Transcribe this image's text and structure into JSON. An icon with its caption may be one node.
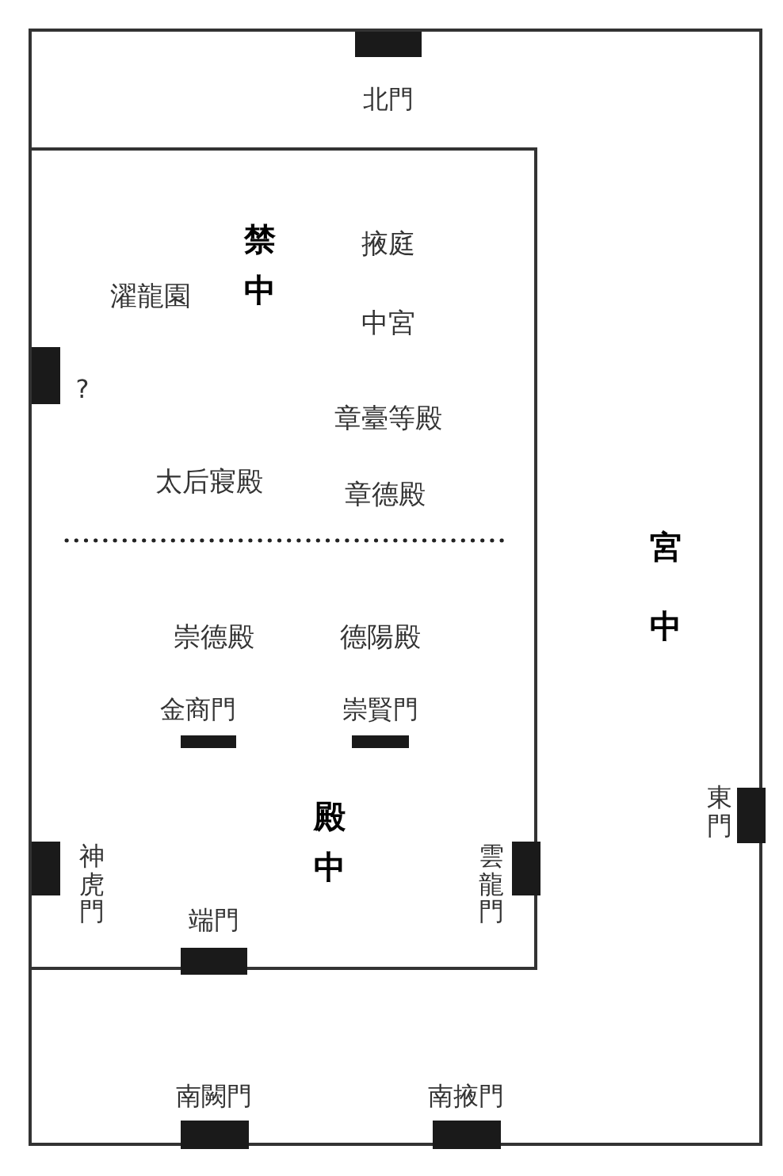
{
  "diagram": {
    "nodes": [
      {
        "text": [
          "宮中"
        ]
      },
      {
        "text": [
          "禁中",
          "殿中"
        ],
        "in": 0
      },
      {
        "text": [
          "北門"
        ],
        "in": 0
      },
      {
        "text": [
          "?"
        ],
        "in": 1
      },
      {
        "text": [
          "金商門"
        ],
        "in": 1
      },
      {
        "text": [
          "崇賢門"
        ],
        "in": 1
      },
      {
        "text": [
          "神虎門"
        ],
        "in": 1
      },
      {
        "text": [
          "雲龍門"
        ],
        "in": 0
      },
      {
        "text": [
          "端門"
        ],
        "in": 0
      },
      {
        "text": [
          "東門"
        ],
        "in": 0
      },
      {
        "text": [
          "南闕門"
        ],
        "in": 0
      },
      {
        "text": [
          "南掖門"
        ],
        "in": 0
      }
    ],
    "labels": [
      "濯龍園",
      "掖庭",
      "中宮",
      "章臺等殿",
      "太后寢殿",
      "章德殿",
      "崇德殿",
      "德陽殿"
    ]
  }
}
